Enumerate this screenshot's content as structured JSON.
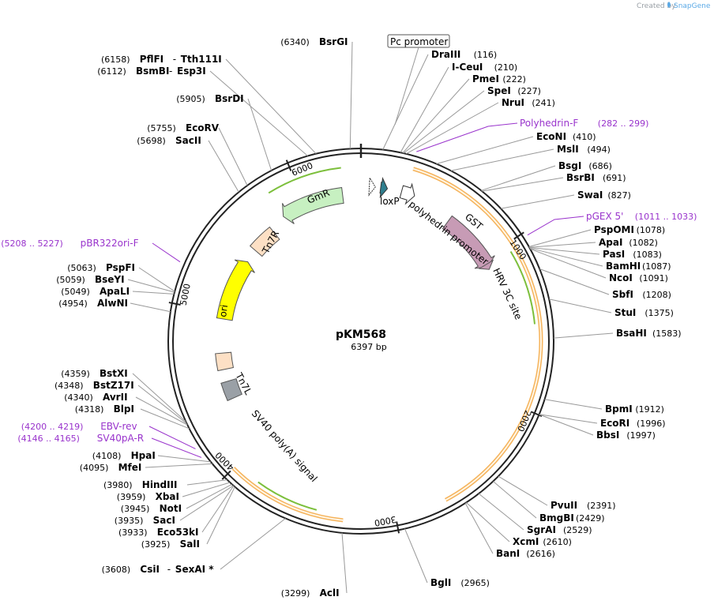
{
  "credit": {
    "prefix": "Created by",
    "brand": "SnapGene"
  },
  "plasmid": {
    "name": "pKM568",
    "size": "6397 bp",
    "length": 6397
  },
  "colors": {
    "primer": "#9933cc",
    "gst": "#c79bb5",
    "gmr": "#c7f0c1",
    "tn7": "#fde0c5",
    "ori": "#ffff00",
    "sv40": "#9aa0a6",
    "orange_arc": "#f5b35b",
    "green_arrow": "#7cbf3b"
  },
  "ticks": [
    {
      "pos": 1000,
      "label": "1000"
    },
    {
      "pos": 2000,
      "label": "2000"
    },
    {
      "pos": 3000,
      "label": "3000"
    },
    {
      "pos": 4000,
      "label": "4000"
    },
    {
      "pos": 5000,
      "label": "5000"
    },
    {
      "pos": 6000,
      "label": "6000"
    }
  ],
  "features": {
    "pc_promoter": "Pc promoter",
    "loxp": "loxP",
    "polyhedrin_promoter": "polyhedrin promoter",
    "gst": "GST",
    "hrv": "HRV 3C site",
    "gmr": "GmR",
    "tn7r": "Tn7R",
    "ori": "ori",
    "tn7l": "Tn7L",
    "sv40": "SV40 poly(A) signal"
  },
  "right_sites": [
    {
      "name": "DraIII",
      "pos": "(116)"
    },
    {
      "name": "I-CeuI",
      "pos": "(210)"
    },
    {
      "name": "PmeI",
      "pos": "(222)"
    },
    {
      "name": "SpeI",
      "pos": "(227)"
    },
    {
      "name": "NruI",
      "pos": "(241)"
    },
    {
      "name": "EcoNI",
      "pos": "(410)"
    },
    {
      "name": "MslI",
      "pos": "(494)"
    },
    {
      "name": "BsgI",
      "pos": "(686)"
    },
    {
      "name": "BsrBI",
      "pos": "(691)"
    },
    {
      "name": "SwaI",
      "pos": "(827)"
    },
    {
      "name": "PspOMI",
      "pos": "(1078)"
    },
    {
      "name": "ApaI",
      "pos": "(1082)"
    },
    {
      "name": "PasI",
      "pos": "(1083)"
    },
    {
      "name": "BamHI",
      "pos": "(1087)"
    },
    {
      "name": "NcoI",
      "pos": "(1091)"
    },
    {
      "name": "SbfI",
      "pos": "(1208)"
    },
    {
      "name": "StuI",
      "pos": "(1375)"
    },
    {
      "name": "BsaHI",
      "pos": "(1583)"
    },
    {
      "name": "BpmI",
      "pos": "(1912)"
    },
    {
      "name": "EcoRI",
      "pos": "(1996)"
    },
    {
      "name": "BbsI",
      "pos": "(1997)"
    },
    {
      "name": "PvuII",
      "pos": "(2391)"
    },
    {
      "name": "BmgBI",
      "pos": "(2429)"
    },
    {
      "name": "SgrAI",
      "pos": "(2529)"
    },
    {
      "name": "XcmI",
      "pos": "(2610)"
    },
    {
      "name": "BanI",
      "pos": "(2616)"
    },
    {
      "name": "BglI",
      "pos": "(2965)"
    }
  ],
  "right_primers": [
    {
      "name": "Polyhedrin-F",
      "pos": "(282 .. 299)"
    },
    {
      "name": "pGEX 5'",
      "pos": "(1011 .. 1033)"
    }
  ],
  "left_sites": [
    {
      "name": "BsrGI",
      "pos": "(6340)"
    },
    {
      "name": "PflFI",
      "name2": "Tth111I",
      "pos": "(6158)"
    },
    {
      "name": "BsmBI",
      "name2": "Esp3I",
      "pos": "(6112)"
    },
    {
      "name": "BsrDI",
      "pos": "(5905)"
    },
    {
      "name": "EcoRV",
      "pos": "(5755)"
    },
    {
      "name": "SacII",
      "pos": "(5698)"
    },
    {
      "name": "PspFI",
      "pos": "(5063)"
    },
    {
      "name": "BseYI",
      "pos": "(5059)"
    },
    {
      "name": "ApaLI",
      "pos": "(5049)"
    },
    {
      "name": "AlwNI",
      "pos": "(4954)"
    },
    {
      "name": "BstXI",
      "pos": "(4359)"
    },
    {
      "name": "BstZ17I",
      "pos": "(4348)"
    },
    {
      "name": "AvrII",
      "pos": "(4340)"
    },
    {
      "name": "BlpI",
      "pos": "(4318)"
    },
    {
      "name": "HpaI",
      "pos": "(4108)"
    },
    {
      "name": "MfeI",
      "pos": "(4095)"
    },
    {
      "name": "HindIII",
      "pos": "(3980)"
    },
    {
      "name": "XbaI",
      "pos": "(3959)"
    },
    {
      "name": "NotI",
      "pos": "(3945)"
    },
    {
      "name": "SacI",
      "pos": "(3935)"
    },
    {
      "name": "Eco53kI",
      "pos": "(3933)"
    },
    {
      "name": "SalI",
      "pos": "(3925)"
    },
    {
      "name": "CsiI",
      "name2": "SexAI *",
      "pos": "(3608)"
    },
    {
      "name": "AclI",
      "pos": "(3299)"
    }
  ],
  "left_primers": [
    {
      "name": "pBR322ori-F",
      "pos": "(5208 .. 5227)"
    },
    {
      "name": "EBV-rev",
      "pos": "(4200 .. 4219)"
    },
    {
      "name": "SV40pA-R",
      "pos": "(4146 .. 4165)"
    }
  ]
}
